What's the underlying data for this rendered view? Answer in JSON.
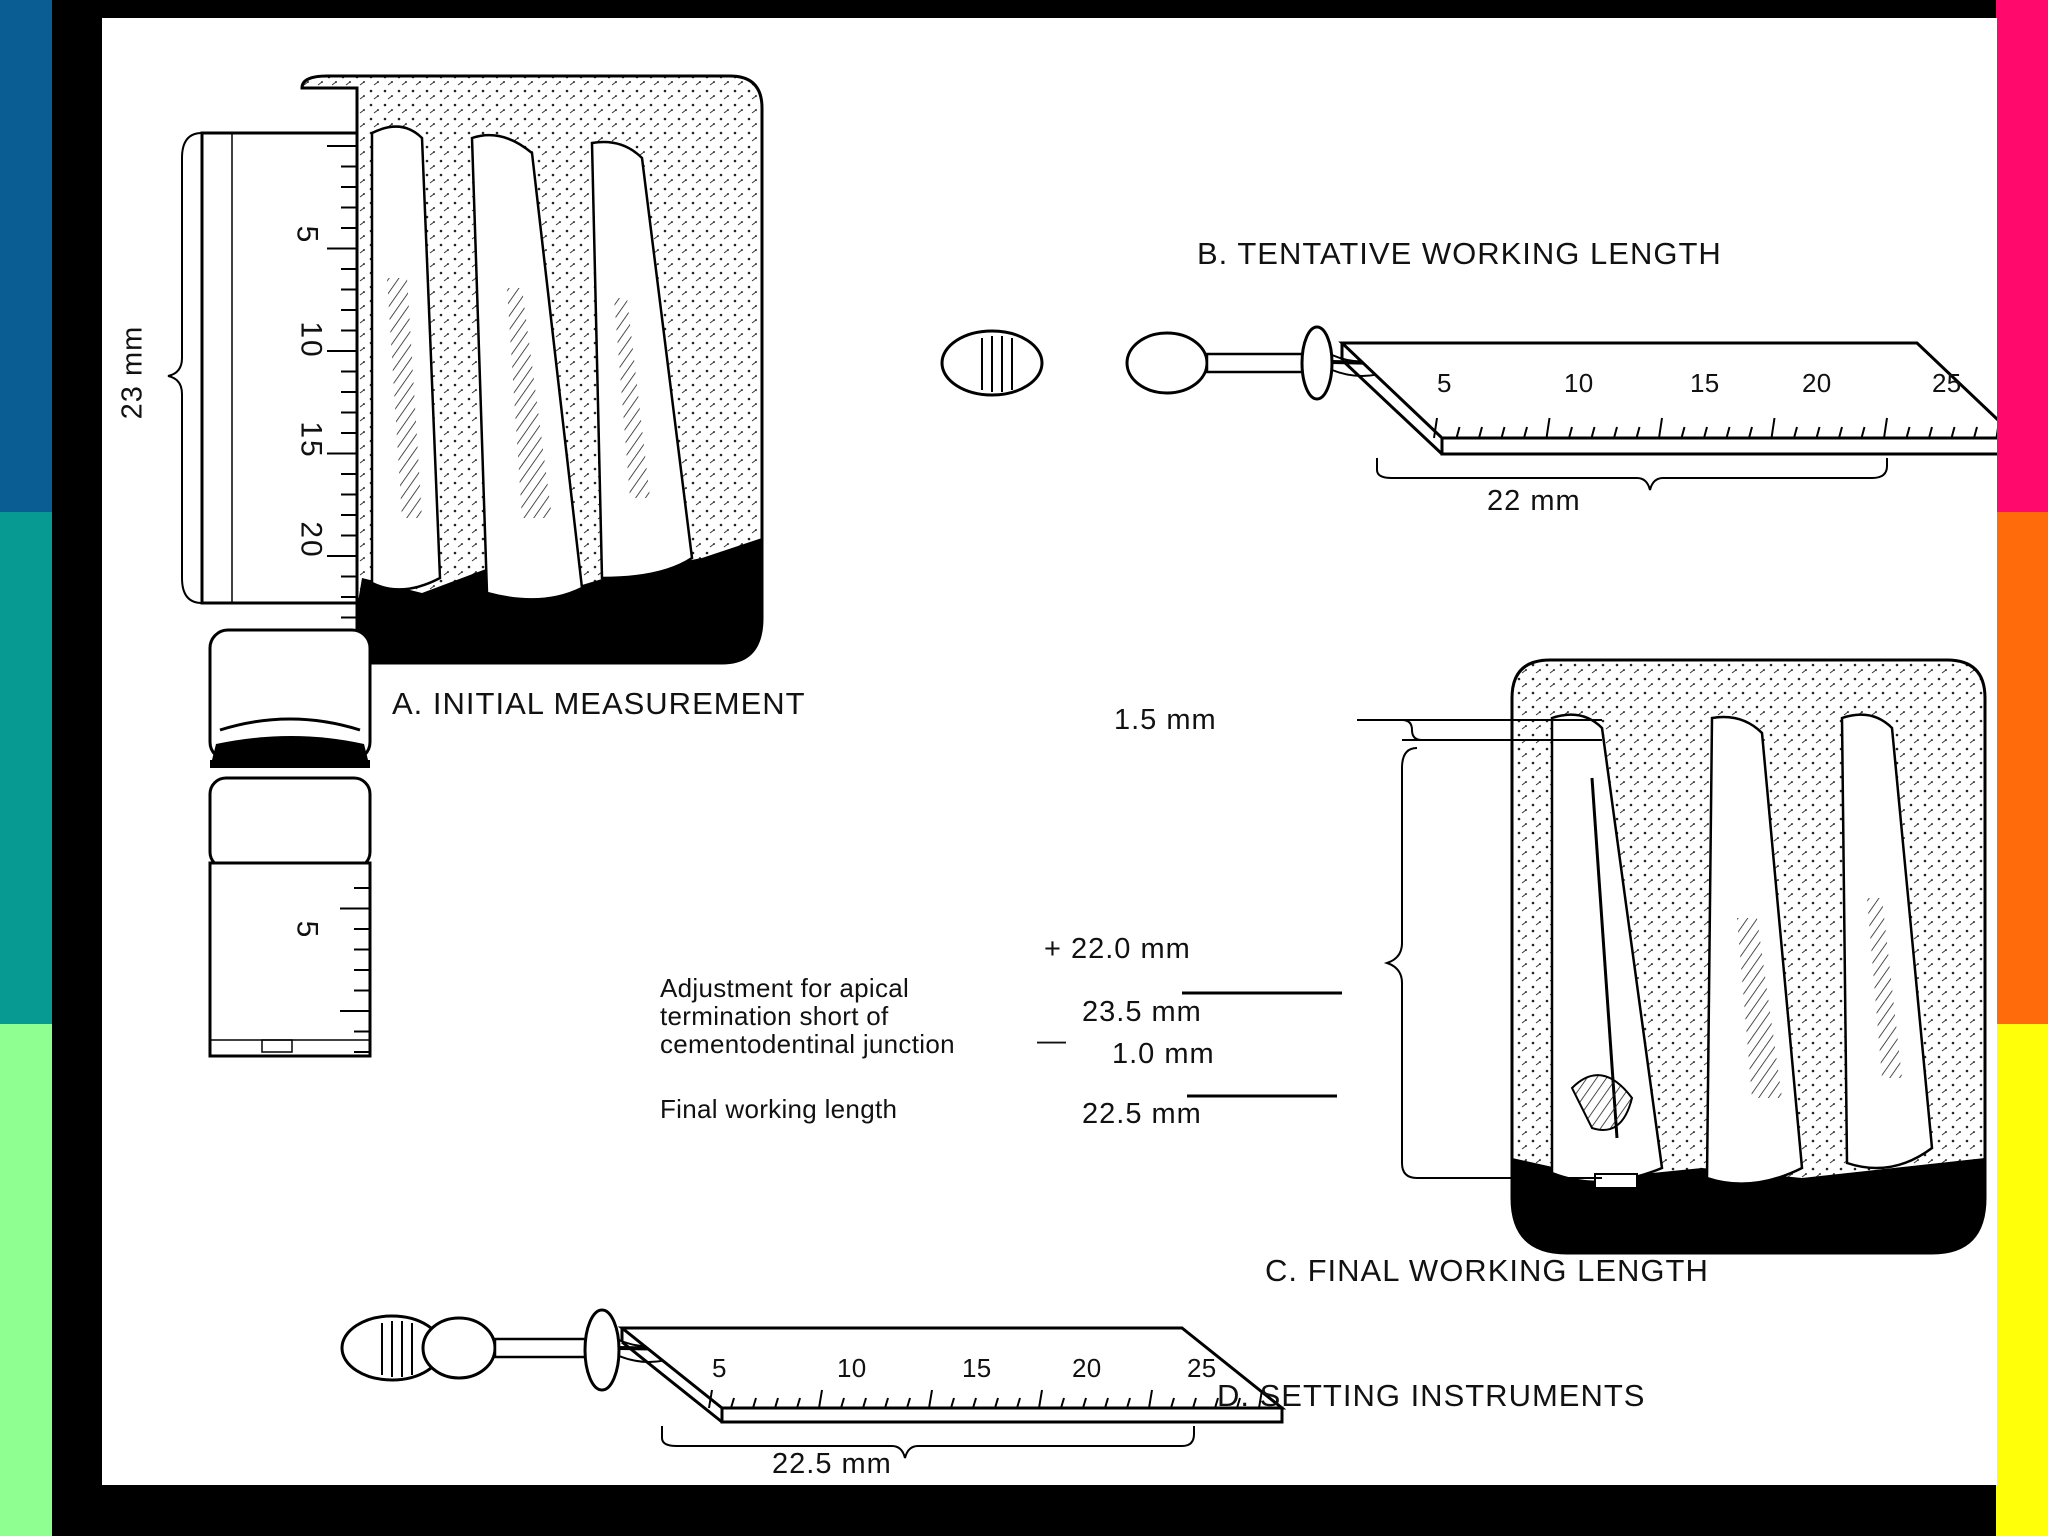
{
  "labels": {
    "a": "A. INITIAL MEASUREMENT",
    "b": "B. TENTATIVE WORKING LENGTH",
    "c": "C. FINAL WORKING LENGTH",
    "d": "D. SETTING INSTRUMENTS"
  },
  "measurements": {
    "initial": "23 mm",
    "tentative": "22 mm",
    "difference": "1.5 mm",
    "setting": "22.5 mm"
  },
  "calculation": {
    "line1_value": "+ 22.0 mm",
    "line2_value": "23.5 mm",
    "adjust_text_1": "Adjustment for apical",
    "adjust_text_2": "termination short of",
    "adjust_text_3": "cementodentinal junction",
    "adjust_sign": "—",
    "line3_value": "1.0 mm",
    "final_text": "Final working length",
    "final_value": "22.5 mm"
  },
  "ruler_ticks": {
    "vertical": [
      "5",
      "10",
      "15",
      "20"
    ],
    "vertical_lower": [
      "5"
    ],
    "b_scale": [
      "5",
      "10",
      "15",
      "20",
      "25"
    ],
    "d_scale": [
      "5",
      "10",
      "15",
      "20",
      "25"
    ]
  },
  "colors": {
    "left_stripes": [
      "#0a5d93",
      "#069a92",
      "#8fff92"
    ],
    "right_stripes": [
      "#ff0a6c",
      "#ff6a0a",
      "#ffff0a"
    ]
  }
}
